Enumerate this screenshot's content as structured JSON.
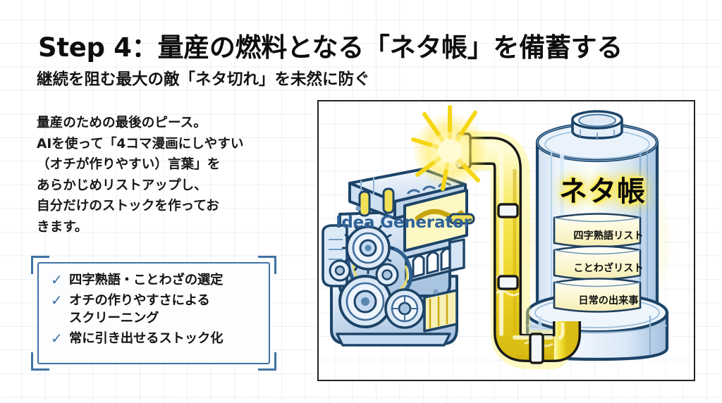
{
  "header": {
    "title": "Step 4：量産の燃料となる「ネタ帳」を備蓄する",
    "subtitle": "継続を阻む最大の敵「ネタ切れ」を未然に防ぐ"
  },
  "body": {
    "paragraph": "量産のための最後のピース。\nAIを使って「4コマ漫画にしやすい\n（オチが作りやすい）言葉」を\nあらかじめリストアップし、\n自分だけのストックを作ってお\nきます。"
  },
  "checklist": {
    "check_glyph": "✓",
    "items": [
      {
        "text": "四字熟語・ことわざの選定"
      },
      {
        "text": "オチの作りやすさによる\nスクリーニング"
      },
      {
        "text": "常に引き出せるストック化"
      }
    ]
  },
  "illustration": {
    "generator_label": "Idea Generator",
    "tank_title": "ネタ帳",
    "plates": [
      {
        "label": "四字熟語リスト"
      },
      {
        "label": "ことわざリスト"
      },
      {
        "label": "日常の出来事"
      }
    ]
  },
  "colors": {
    "accent_blue": "#3f72a4",
    "label_blue": "#2f6298",
    "outline_navy": "#1d4468",
    "panel_border": "#242428",
    "fuel_yellow": "#f5e03a",
    "plate_cream": "#fbf6cd",
    "text_dark": "#141414",
    "grid_line": "#8ca5c8"
  }
}
